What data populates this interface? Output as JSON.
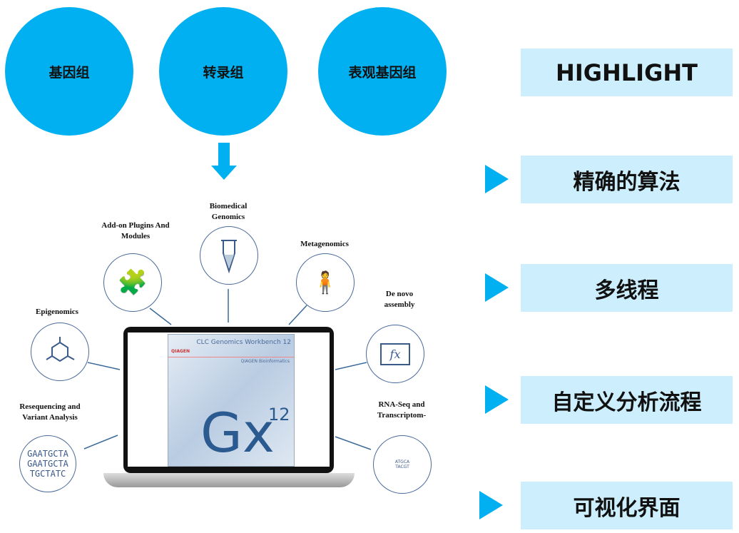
{
  "circles": [
    "基因组",
    "转录组",
    "表观基因组"
  ],
  "highlight": "HIGHLIGHT",
  "features": [
    "精确的算法",
    "多线程",
    "自定义分析流程",
    "可视化界面"
  ],
  "modules": {
    "plugins": "Add-on Plugins And Modules",
    "biomedical": "Biomedical Genomics",
    "metagenomics": "Metagenomics",
    "epigenomics": "Epigenomics",
    "denovo": "De novo assembly",
    "reseq": "Resequencing and Variant Analysis",
    "rnaseq": "RNA-Seq and Transcriptom-"
  },
  "screen": {
    "title": "CLC Genomics Workbench 12",
    "brand": "QIAGEN",
    "sub": "QIAGEN Bioinformatics",
    "logo": "Gx",
    "version": "12"
  },
  "dna": [
    "GAATGCTA",
    "GAATGCTA",
    "TGCTATC"
  ],
  "rna_icon": [
    "ATGCA",
    "TACGT"
  ],
  "colors": {
    "accent": "#00b0f0",
    "box": "#cdeefc"
  }
}
